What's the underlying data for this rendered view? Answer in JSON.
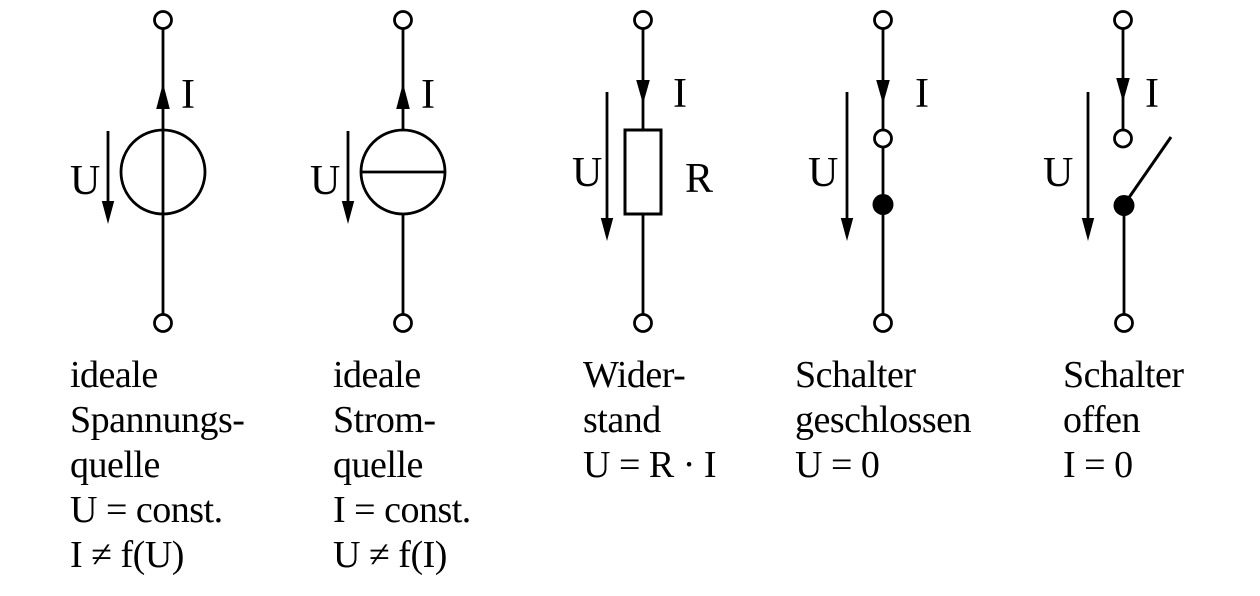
{
  "diagram": {
    "colors": {
      "line": "#000000",
      "background": "#ffffff",
      "contact_fill": "#000000"
    },
    "columns": [
      {
        "labels": {
          "current": "I",
          "voltage": "U"
        },
        "caption_lines": [
          "ideale",
          "Spannungs-",
          "quelle",
          "U = const.",
          "I ≠ f(U)"
        ]
      },
      {
        "labels": {
          "current": "I",
          "voltage": "U"
        },
        "caption_lines": [
          "ideale",
          "Strom-",
          "quelle",
          "I = const.",
          "U ≠ f(I)"
        ]
      },
      {
        "labels": {
          "current": "I",
          "voltage": "U",
          "component": "R"
        },
        "caption_lines": [
          "Wider-",
          "stand",
          "U = R · I"
        ]
      },
      {
        "labels": {
          "current": "I",
          "voltage": "U"
        },
        "caption_lines": [
          "Schalter",
          "geschlossen",
          "U = 0"
        ]
      },
      {
        "labels": {
          "current": "I",
          "voltage": "U"
        },
        "caption_lines": [
          "Schalter",
          "offen",
          "I = 0"
        ]
      }
    ]
  }
}
